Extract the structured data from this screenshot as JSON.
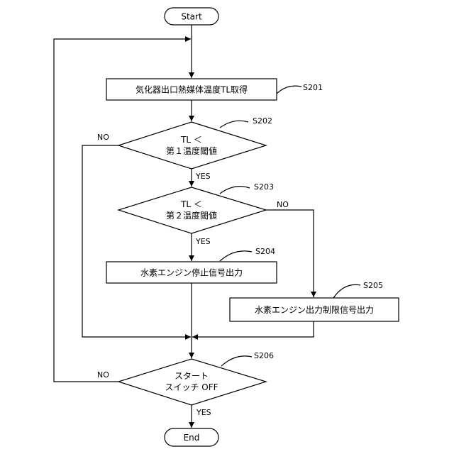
{
  "diagram": {
    "start": "Start",
    "end": "End",
    "s201": {
      "step": "S201",
      "text": "気化器出口熱媒体温度TL取得"
    },
    "s202": {
      "step": "S202",
      "line1": "TL ＜",
      "line2": "第１温度閾値",
      "no": "NO",
      "yes": "YES"
    },
    "s203": {
      "step": "S203",
      "line1": "TL ＜",
      "line2": "第２温度閾値",
      "no": "NO",
      "yes": "YES"
    },
    "s204": {
      "step": "S204",
      "text": "水素エンジン停止信号出力"
    },
    "s205": {
      "step": "S205",
      "text": "水素エンジン出力制限信号出力"
    },
    "s206": {
      "step": "S206",
      "line1": "スタート",
      "line2": "スイッチ OFF",
      "no": "NO",
      "yes": "YES"
    }
  }
}
